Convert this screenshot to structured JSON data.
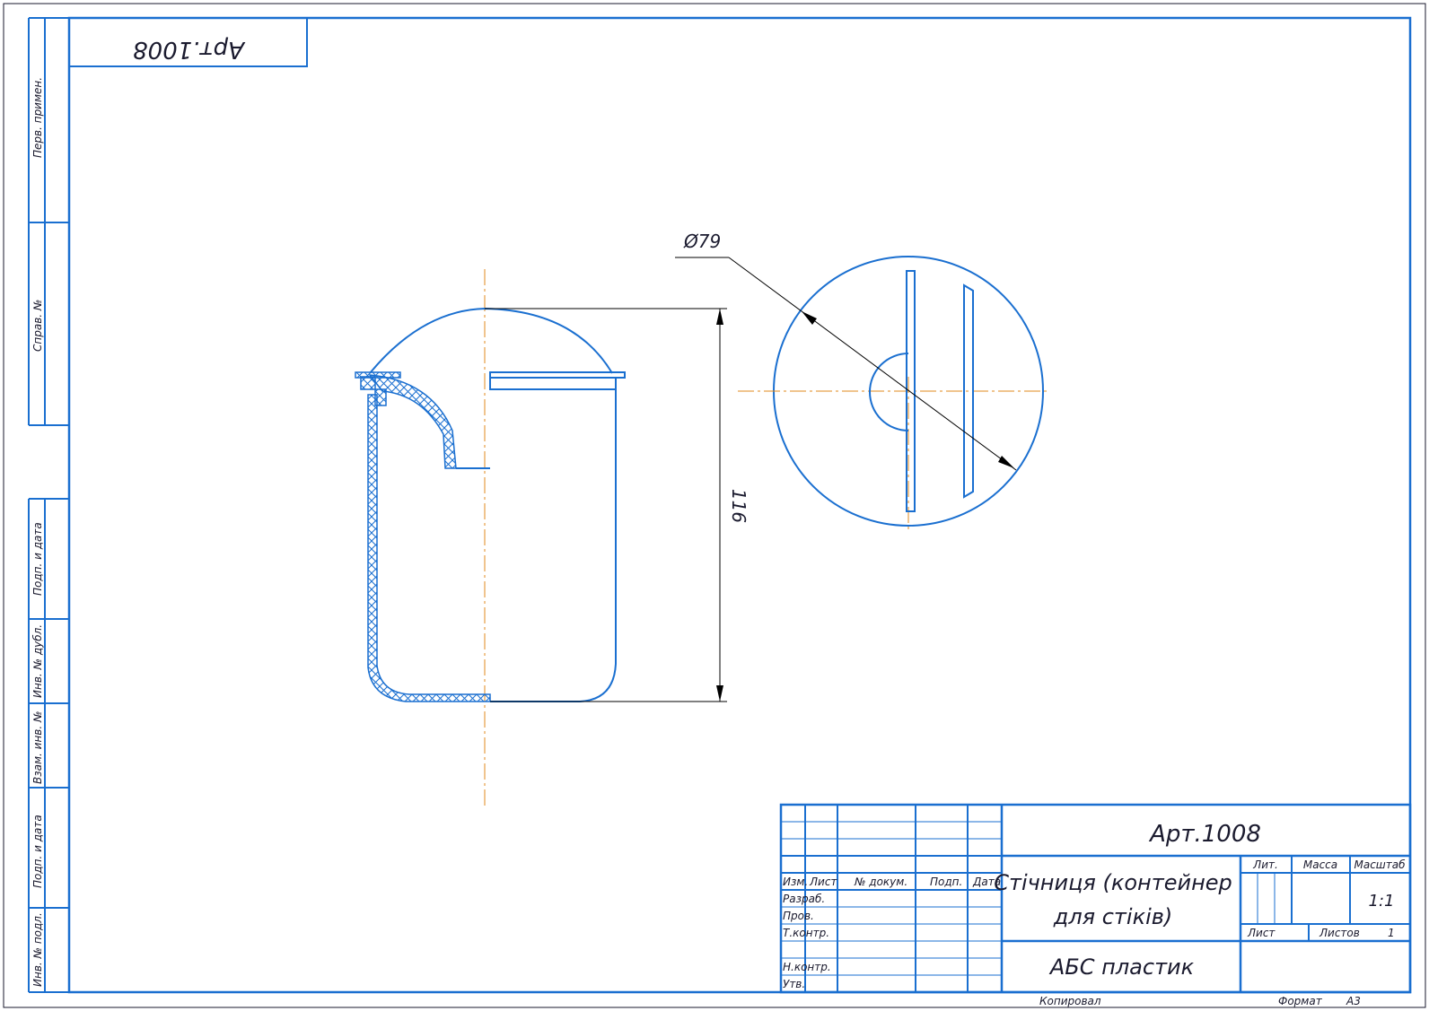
{
  "drawing": {
    "article_top": "Арт.1008",
    "diameter_dim": "Ø79",
    "height_dim": "116"
  },
  "side_strip": {
    "labels": [
      "Перв. примен.",
      "Справ. №",
      "Подп. и дата",
      "Инв. № дубл.",
      "Взам. инв. №",
      "Подп. и дата",
      "Инв. № подл."
    ]
  },
  "title_block": {
    "designation": "Арт.1008",
    "name_line1": "Стічниця (контейнер",
    "name_line2": "для стіків)",
    "material": "АБС пластик",
    "col_izm": "Изм.",
    "col_list": "Лист",
    "col_doc": "№ докум.",
    "col_sign": "Подп.",
    "col_date": "Дата",
    "row_razrab": "Разраб.",
    "row_prov": "Пров.",
    "row_tkontr": "Т.контр.",
    "row_nkontr": "Н.контр.",
    "row_utv": "Утв.",
    "lit_label": "Лит.",
    "mass_label": "Масса",
    "scale_label": "Масштаб",
    "scale_value": "1:1",
    "sheet_label": "Лист",
    "sheets_label": "Листов",
    "sheets_value": "1"
  },
  "footer": {
    "copied": "Копировал",
    "format_label": "Формат",
    "format_value": "А3"
  },
  "colors": {
    "line": "#1a6fd0",
    "centerline": "#e08a1e",
    "dimension": "#000000"
  }
}
